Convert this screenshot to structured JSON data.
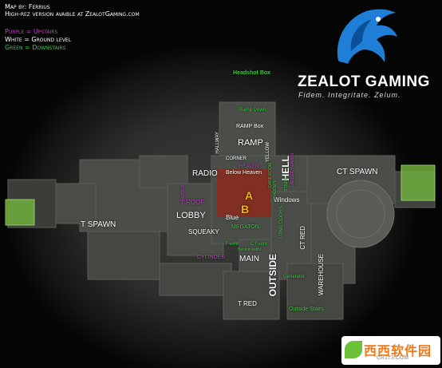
{
  "header": {
    "map_by": "Map by: Ferrius",
    "hires": "High-rez version avaible at ZealotGaming.com",
    "purple_legend": "Purple = Upstairs",
    "white_legend": "White = Ground level",
    "green_legend": "Green = Downstairs"
  },
  "brand": {
    "name": "ZEALOT GAMING",
    "motto": "Fidem. Integritate. Zelum.",
    "accent": "#1f7fd6"
  },
  "colors": {
    "ground": "#ffffff",
    "upstairs": "#c040c0",
    "downstairs": "#3ec83e",
    "site": "#f5b400",
    "heaven_fill": "#8a2a1c",
    "spawn_box": "#6fae3c"
  },
  "labels": {
    "headshot_box": "Headshot Box",
    "ramp_down": "Ramp Down",
    "ramp_box": "RAMP Box",
    "ramp": "RAMP",
    "hallway": "HALLWAY",
    "yellow": "YELLOW",
    "corner": "CORNER",
    "heaven": "HEAVEN",
    "below_heaven": "Below Heaven",
    "radio": "RADIO",
    "hell": "HELL",
    "windows": "Windows",
    "ct_spawn": "CT SPAWN",
    "t_roof": "T ROOF",
    "lobby": "LOBBY",
    "blue": "Blue",
    "squeaky": "SQUEAKY",
    "t_spawn": "T SPAWN",
    "megaton": "MEGATON",
    "site_a": "A",
    "site_b": "B",
    "t_vent": "T vent",
    "ct_vent": "CT vent",
    "behind_vents": "Behind vents",
    "cylinder": "CYLINDER",
    "main": "MAIN",
    "long_doors": "LONG DOORS",
    "ct_red": "CT RED",
    "outside": "OUTSIDE",
    "warehouse": "WAREHOUSE",
    "generator": "Generator",
    "t_red": "T RED",
    "outside_stairs": "Outside Stairs",
    "dark_room": "DARK ROOM",
    "shadows": "SHADOWS",
    "stairs": "STAIRS",
    "ladder_heaven": "LADDER HEAVEN",
    "ladder": "LADDER",
    "bv": "BV"
  },
  "watermark": {
    "text": "西西软件园",
    "sub": "CR173.COM"
  }
}
